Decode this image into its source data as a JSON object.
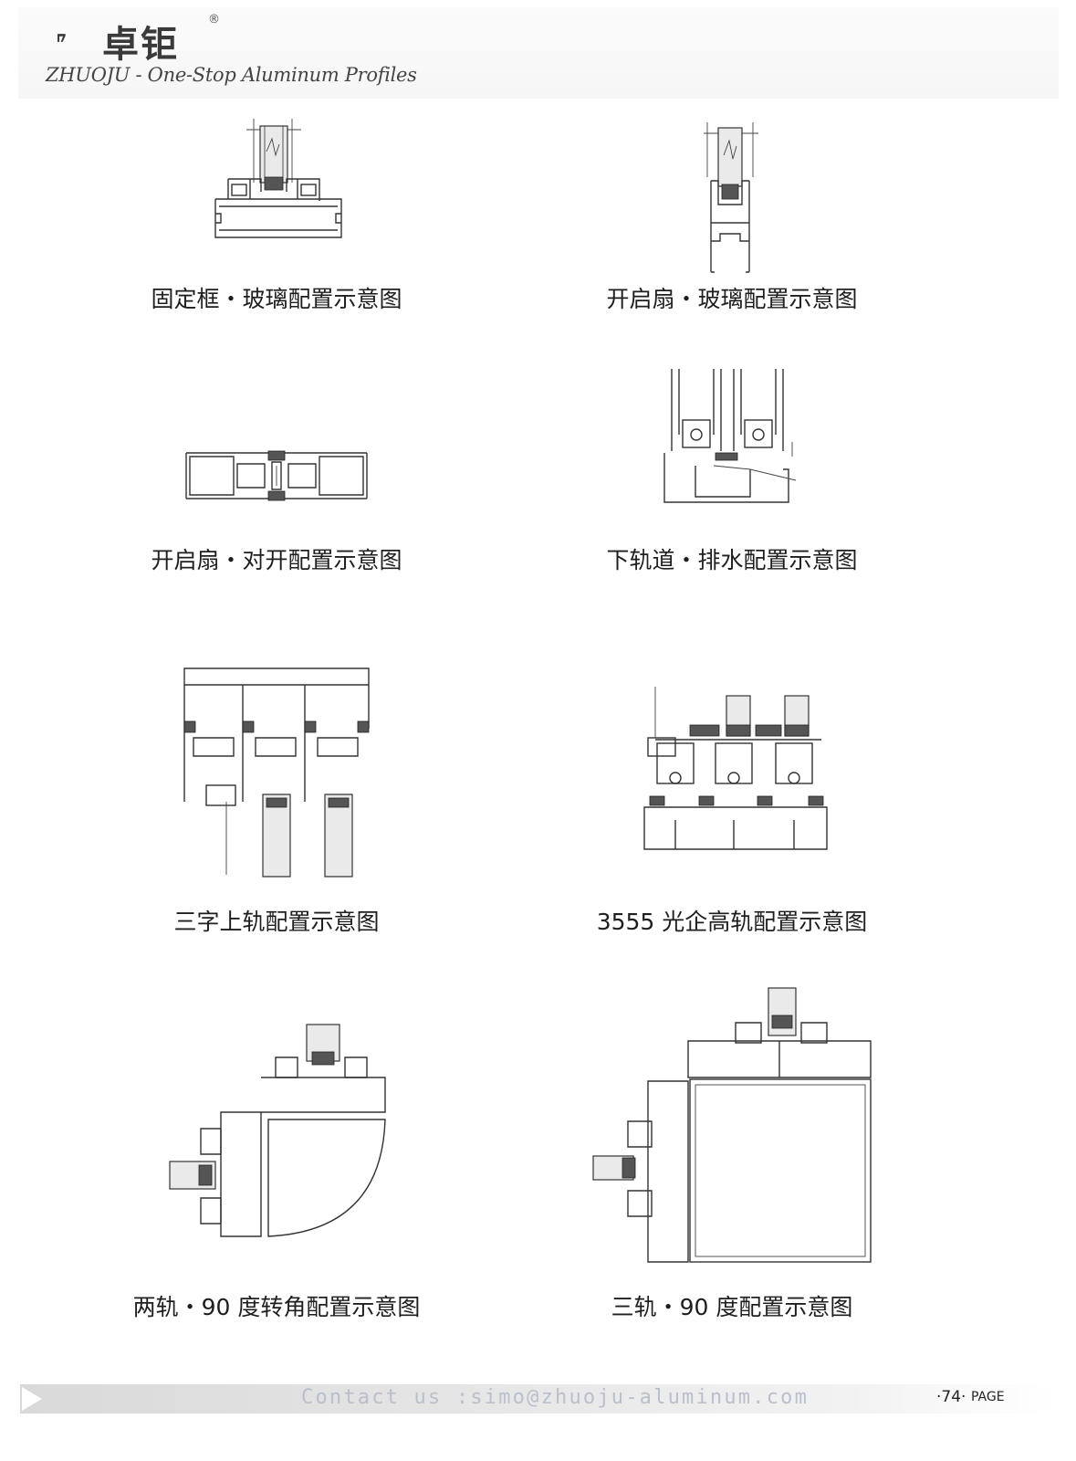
{
  "header": {
    "brand_cn": "卓钜",
    "registered_mark": "®",
    "brand_en": "ZHUOJU - One-Stop Aluminum Profiles"
  },
  "diagrams": [
    {
      "caption": "固定框・玻璃配置示意图"
    },
    {
      "caption": "开启扇・玻璃配置示意图"
    },
    {
      "caption": "开启扇・对开配置示意图"
    },
    {
      "caption": "下轨道・排水配置示意图"
    },
    {
      "caption": "三字上轨配置示意图"
    },
    {
      "caption": "3555 光企高轨配置示意图"
    },
    {
      "caption": "两轨・90 度转角配置示意图"
    },
    {
      "caption": "三轨・90 度配置示意图"
    }
  ],
  "footer": {
    "contact": "Contact us :simo@zhuoju-aluminum.com",
    "page_number": "·74·",
    "page_label": "PAGE"
  }
}
